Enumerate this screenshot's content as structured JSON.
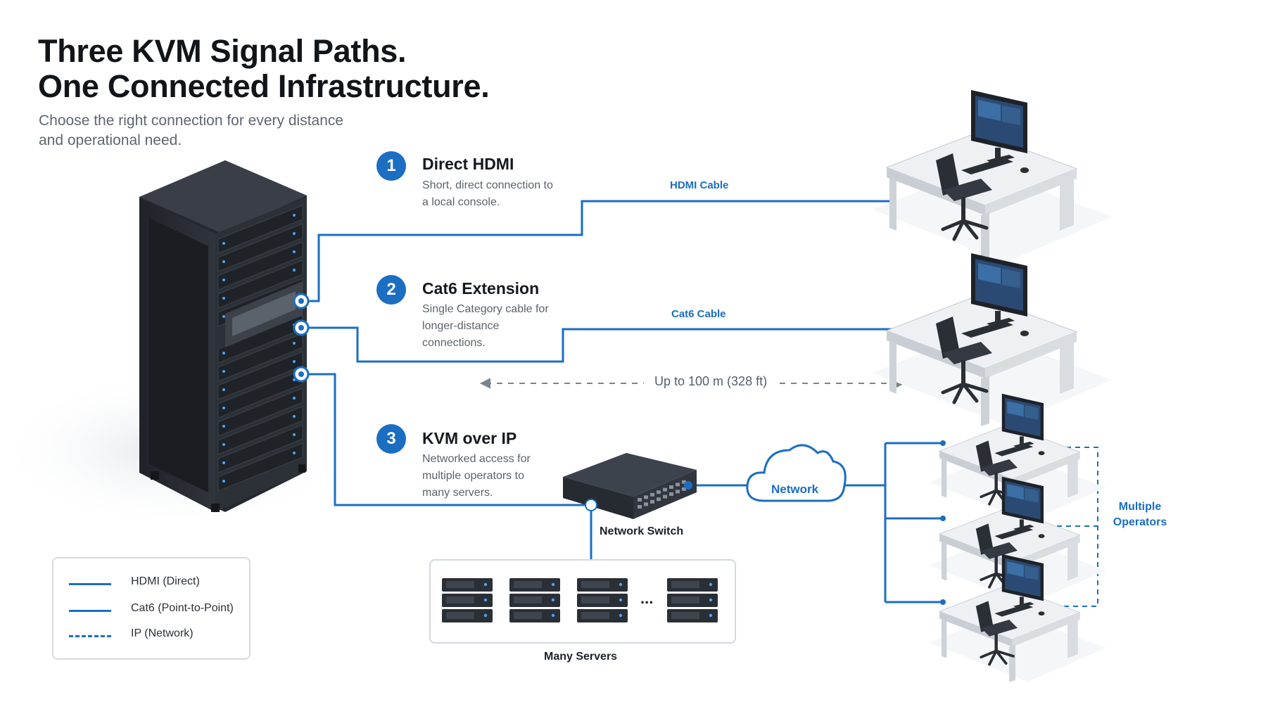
{
  "title": {
    "line1": "Three KVM Signal Paths.",
    "line2": "One Connected Infrastructure."
  },
  "subtitle": "Choose the right connection for every distance and operational need.",
  "steps": [
    {
      "number": "1",
      "title": "Direct HDMI",
      "description": "Short, direct connection to a local console."
    },
    {
      "number": "2",
      "title": "Cat6 Extension",
      "description": "Single Category cable for longer-distance connections."
    },
    {
      "number": "3",
      "title": "KVM over IP",
      "description": "Networked access for multiple operators to many servers."
    }
  ],
  "cables": {
    "hdmi": "HDMI Cable",
    "cat6": "Cat6 Cable"
  },
  "distance": "Up to 100 m (328 ft)",
  "network": {
    "cloud": "Network",
    "switch": "Network Switch",
    "servers": "Many Servers",
    "ellipsis": "...",
    "operators_line1": "Multiple",
    "operators_line2": "Operators"
  },
  "legend": [
    {
      "label": "HDMI (Direct)",
      "style": "solid"
    },
    {
      "label": "Cat6 (Point-to-Point)",
      "style": "solid"
    },
    {
      "label": "IP (Network)",
      "style": "dashed"
    }
  ],
  "colors": {
    "accent": "#1b6ec2",
    "rack": "#2b2f36",
    "rack_dark": "#1d2026",
    "desk": "#e4e7eb",
    "text": "#111418"
  }
}
